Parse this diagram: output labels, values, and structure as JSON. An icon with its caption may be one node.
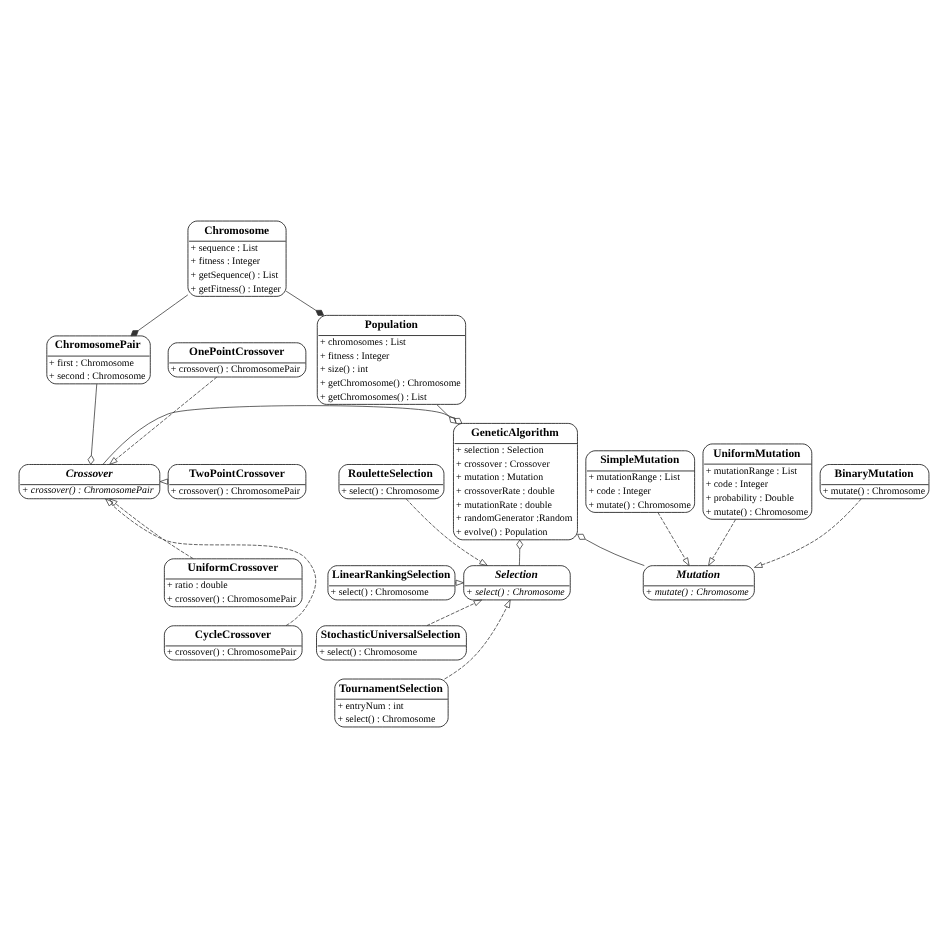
{
  "diagram": {
    "nodes": [
      {
        "text": [
          "Chromosome",
          "+ sequence : List",
          "+ fitness : Integer",
          "+ getSequence() : List",
          "+ getFitness() : Integer"
        ]
      },
      {
        "text": [
          "ChromosomePair",
          "+ first : Chromosome",
          "+ second : Chromosome"
        ]
      },
      {
        "text": [
          "Population",
          "+ chromosomes : List",
          "+ fitness : Integer",
          "+ size() : int",
          "+ getChromosome() : Chromosome",
          "+ getChromosomes() : List"
        ]
      },
      {
        "text": [
          "OnePointCrossover",
          "+ crossover() : ChromosomePair"
        ]
      },
      {
        "text": [
          "TwoPointCrossover",
          "+ crossover() : ChromosomePair"
        ]
      },
      {
        "text": [
          "Crossover",
          "+ crossover() : ChromosomePair"
        ]
      },
      {
        "text": [
          "GeneticAlgorithm",
          "+ selection : Selection",
          "+ crossover : Crossover",
          "+ mutation : Mutation",
          "+ crossoverRate : double",
          "+ mutationRate : double",
          "+ randomGenerator :Random",
          "+ evolve() : Population"
        ]
      },
      {
        "text": [
          "UniformCrossover",
          "+ ratio : double",
          "+ crossover() : ChromosomePair"
        ]
      },
      {
        "text": [
          "CycleCrossover",
          "+ crossover() : ChromosomePair"
        ]
      },
      {
        "text": [
          "RouletteSelection",
          "+ select() : Chromosome"
        ]
      },
      {
        "text": [
          "LinearRankingSelection",
          "+ select() : Chromosome"
        ]
      },
      {
        "text": [
          "Mutation",
          "+ mutate() : Chromosome"
        ]
      },
      {
        "text": [
          "Selection",
          "+ select() : Chromosome"
        ]
      },
      {
        "text": [
          "StochasticUniversalSelection",
          "+ select() : Chromosome"
        ]
      },
      {
        "text": [
          "TournamentSelection",
          "+ entryNum : int",
          "+ select() : Chromosome"
        ]
      },
      {
        "text": [
          "BinaryMutation",
          "+ mutate() : Chromosome"
        ]
      },
      {
        "text": [
          "SimpleMutation",
          "+ mutationRange : List",
          "+ code : Integer",
          "+ mutate() : Chromosome"
        ]
      },
      {
        "text": [
          "UniformMutation",
          "+ mutationRange : List",
          "+ code : Integer",
          "+ probability : Double",
          "+ mutate() : Chromosome"
        ]
      }
    ],
    "edges": [
      {
        "from": 0,
        "to": 1,
        "arrow": "other"
      },
      {
        "from": 0,
        "to": 2,
        "arrow": "other"
      },
      {
        "from": 1,
        "to": 5,
        "arrow": "other"
      },
      {
        "from": 2,
        "to": 6,
        "arrow": "other"
      },
      {
        "from": 5,
        "to": 6,
        "arrow": "other"
      },
      {
        "from": 11,
        "to": 6,
        "arrow": "other"
      },
      {
        "from": 12,
        "to": 6,
        "arrow": "other"
      },
      {
        "from": 3,
        "to": 5,
        "arrow": "to",
        "style": "dashed"
      },
      {
        "from": 4,
        "to": 5,
        "arrow": "to",
        "style": "dashed"
      },
      {
        "from": 7,
        "to": 5,
        "arrow": "to",
        "style": "dashed"
      },
      {
        "from": 8,
        "to": 5,
        "arrow": "to",
        "style": "dashed"
      },
      {
        "from": 9,
        "to": 12,
        "arrow": "to",
        "style": "dashed"
      },
      {
        "from": 10,
        "to": 12,
        "arrow": "to",
        "style": "dashed"
      },
      {
        "from": 13,
        "to": 12,
        "arrow": "to",
        "style": "dashed"
      },
      {
        "from": 14,
        "to": 12,
        "arrow": "to",
        "style": "dashed"
      },
      {
        "from": 15,
        "to": 11,
        "arrow": "to",
        "style": "dashed"
      },
      {
        "from": 16,
        "to": 11,
        "arrow": "to",
        "style": "dashed"
      },
      {
        "from": 17,
        "to": 11,
        "arrow": "to",
        "style": "dashed"
      }
    ]
  }
}
